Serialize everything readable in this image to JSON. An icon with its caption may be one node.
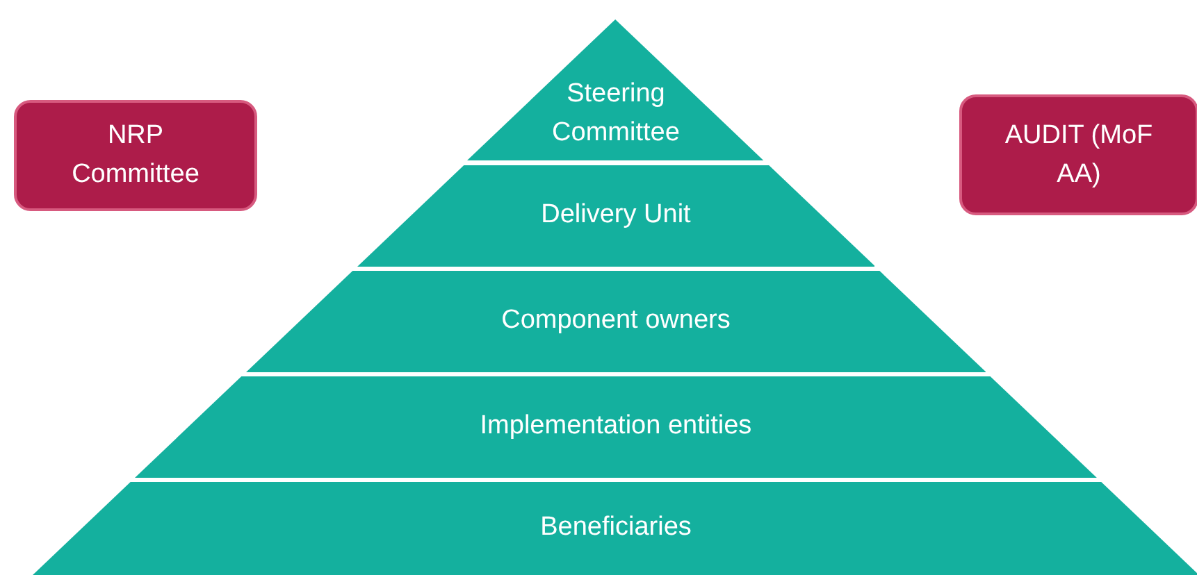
{
  "diagram": {
    "nodes": [
      {
        "text": [
          "NRP Committee"
        ]
      },
      {
        "text": [
          "Steering Committee"
        ]
      },
      {
        "text": [
          "AUDIT (MoF AA)"
        ]
      },
      {
        "text": [
          "Delivery Unit"
        ]
      },
      {
        "text": [
          "Component owners"
        ]
      },
      {
        "text": [
          "Implementation entities"
        ]
      },
      {
        "text": [
          "Beneficiaries"
        ]
      }
    ],
    "edges": []
  }
}
